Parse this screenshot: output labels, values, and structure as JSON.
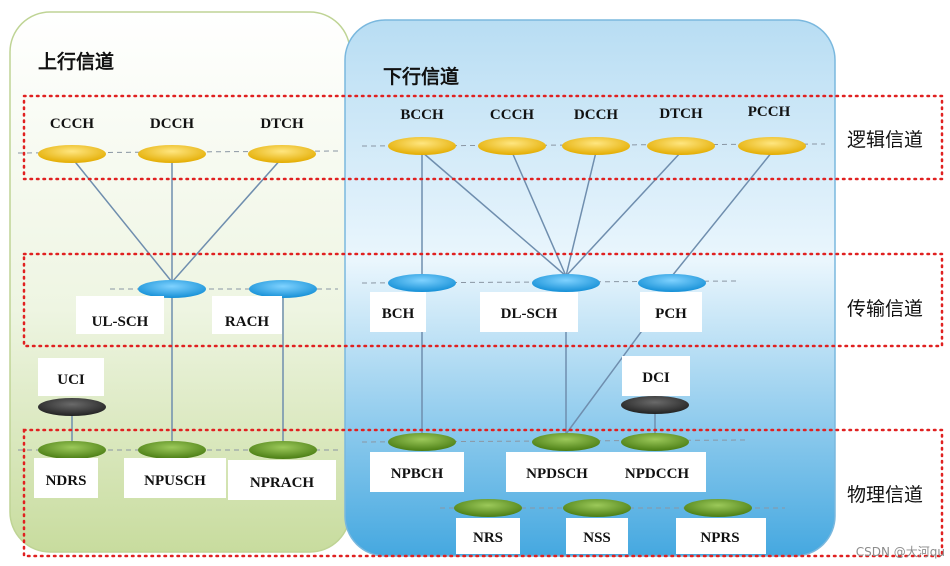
{
  "uplink": {
    "title": "上行信道",
    "logical": [
      "CCCH",
      "DCCH",
      "DTCH"
    ],
    "transport": [
      "UL-SCH",
      "RACH"
    ],
    "control": "UCI",
    "physical": [
      "NDRS",
      "NPUSCH",
      "NPRACH"
    ]
  },
  "downlink": {
    "title": "下行信道",
    "logical": [
      "BCCH",
      "CCCH",
      "DCCH",
      "DTCH",
      "PCCH"
    ],
    "transport": [
      "BCH",
      "DL-SCH",
      "PCH"
    ],
    "control": "DCI",
    "physical": [
      "NPBCH",
      "NPDSCH",
      "NPDCCH"
    ],
    "signals": [
      "NRS",
      "NSS",
      "NPRS"
    ]
  },
  "layers": {
    "logical": "逻辑信道",
    "transport": "传输信道",
    "physical": "物理信道"
  },
  "watermark": "CSDN @大河qu",
  "colors": {
    "logical_node": "#f2c200",
    "transport_node": "#1fa3e0",
    "physical_node": "#5e9a24",
    "control_node": "#3a3a3a",
    "layer_border": "#e02020"
  }
}
